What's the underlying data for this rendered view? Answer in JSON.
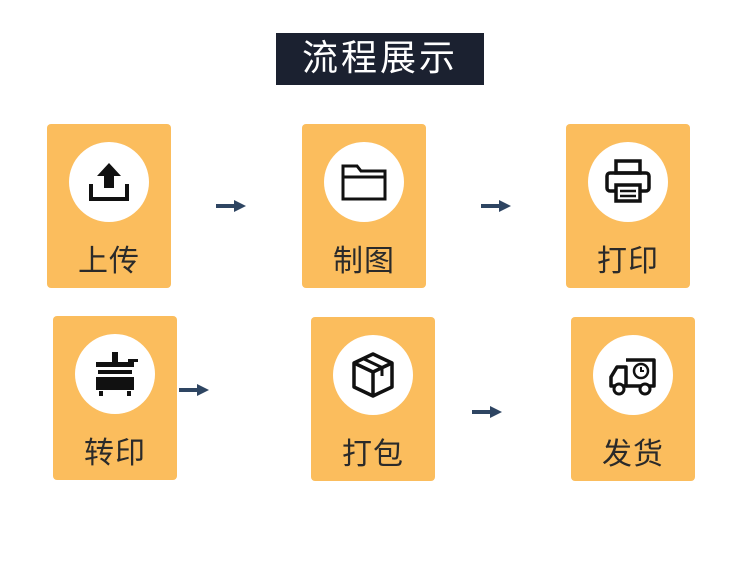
{
  "title": "流程展示",
  "steps": [
    {
      "label": "上传",
      "icon": "upload-icon"
    },
    {
      "label": "制图",
      "icon": "folder-icon"
    },
    {
      "label": "打印",
      "icon": "printer-icon"
    },
    {
      "label": "转印",
      "icon": "press-machine-icon"
    },
    {
      "label": "打包",
      "icon": "package-icon"
    },
    {
      "label": "发货",
      "icon": "delivery-truck-icon"
    }
  ],
  "colors": {
    "card": "#fbbd5d",
    "title_bg": "#1b2130",
    "arrow": "#2e4562"
  }
}
